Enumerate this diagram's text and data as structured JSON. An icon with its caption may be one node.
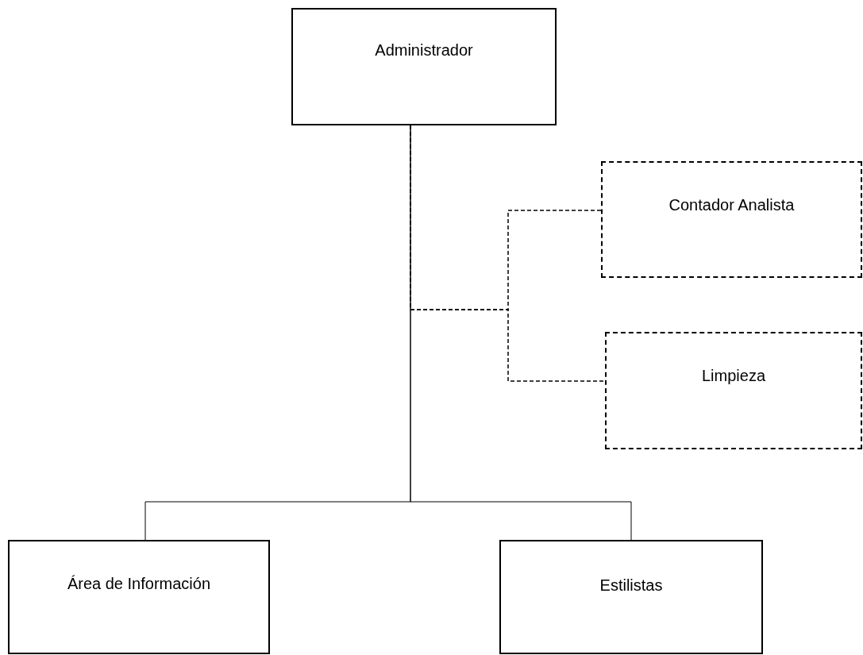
{
  "diagram": {
    "nodes": [
      {
        "text": [
          "Administrador"
        ]
      },
      {
        "text": [
          "Contador Analista"
        ]
      },
      {
        "text": [
          "Limpieza"
        ]
      },
      {
        "text": [
          "Área de Información"
        ]
      },
      {
        "text": [
          "Estilistas"
        ]
      }
    ],
    "edges": [
      {
        "from": 0,
        "to": 3,
        "arrow": "none"
      },
      {
        "from": 0,
        "to": 4,
        "arrow": "none"
      },
      {
        "from": 0,
        "to": 1,
        "arrow": "none",
        "style": "dashed"
      },
      {
        "from": 0,
        "to": 2,
        "arrow": "none",
        "style": "dashed"
      }
    ]
  }
}
